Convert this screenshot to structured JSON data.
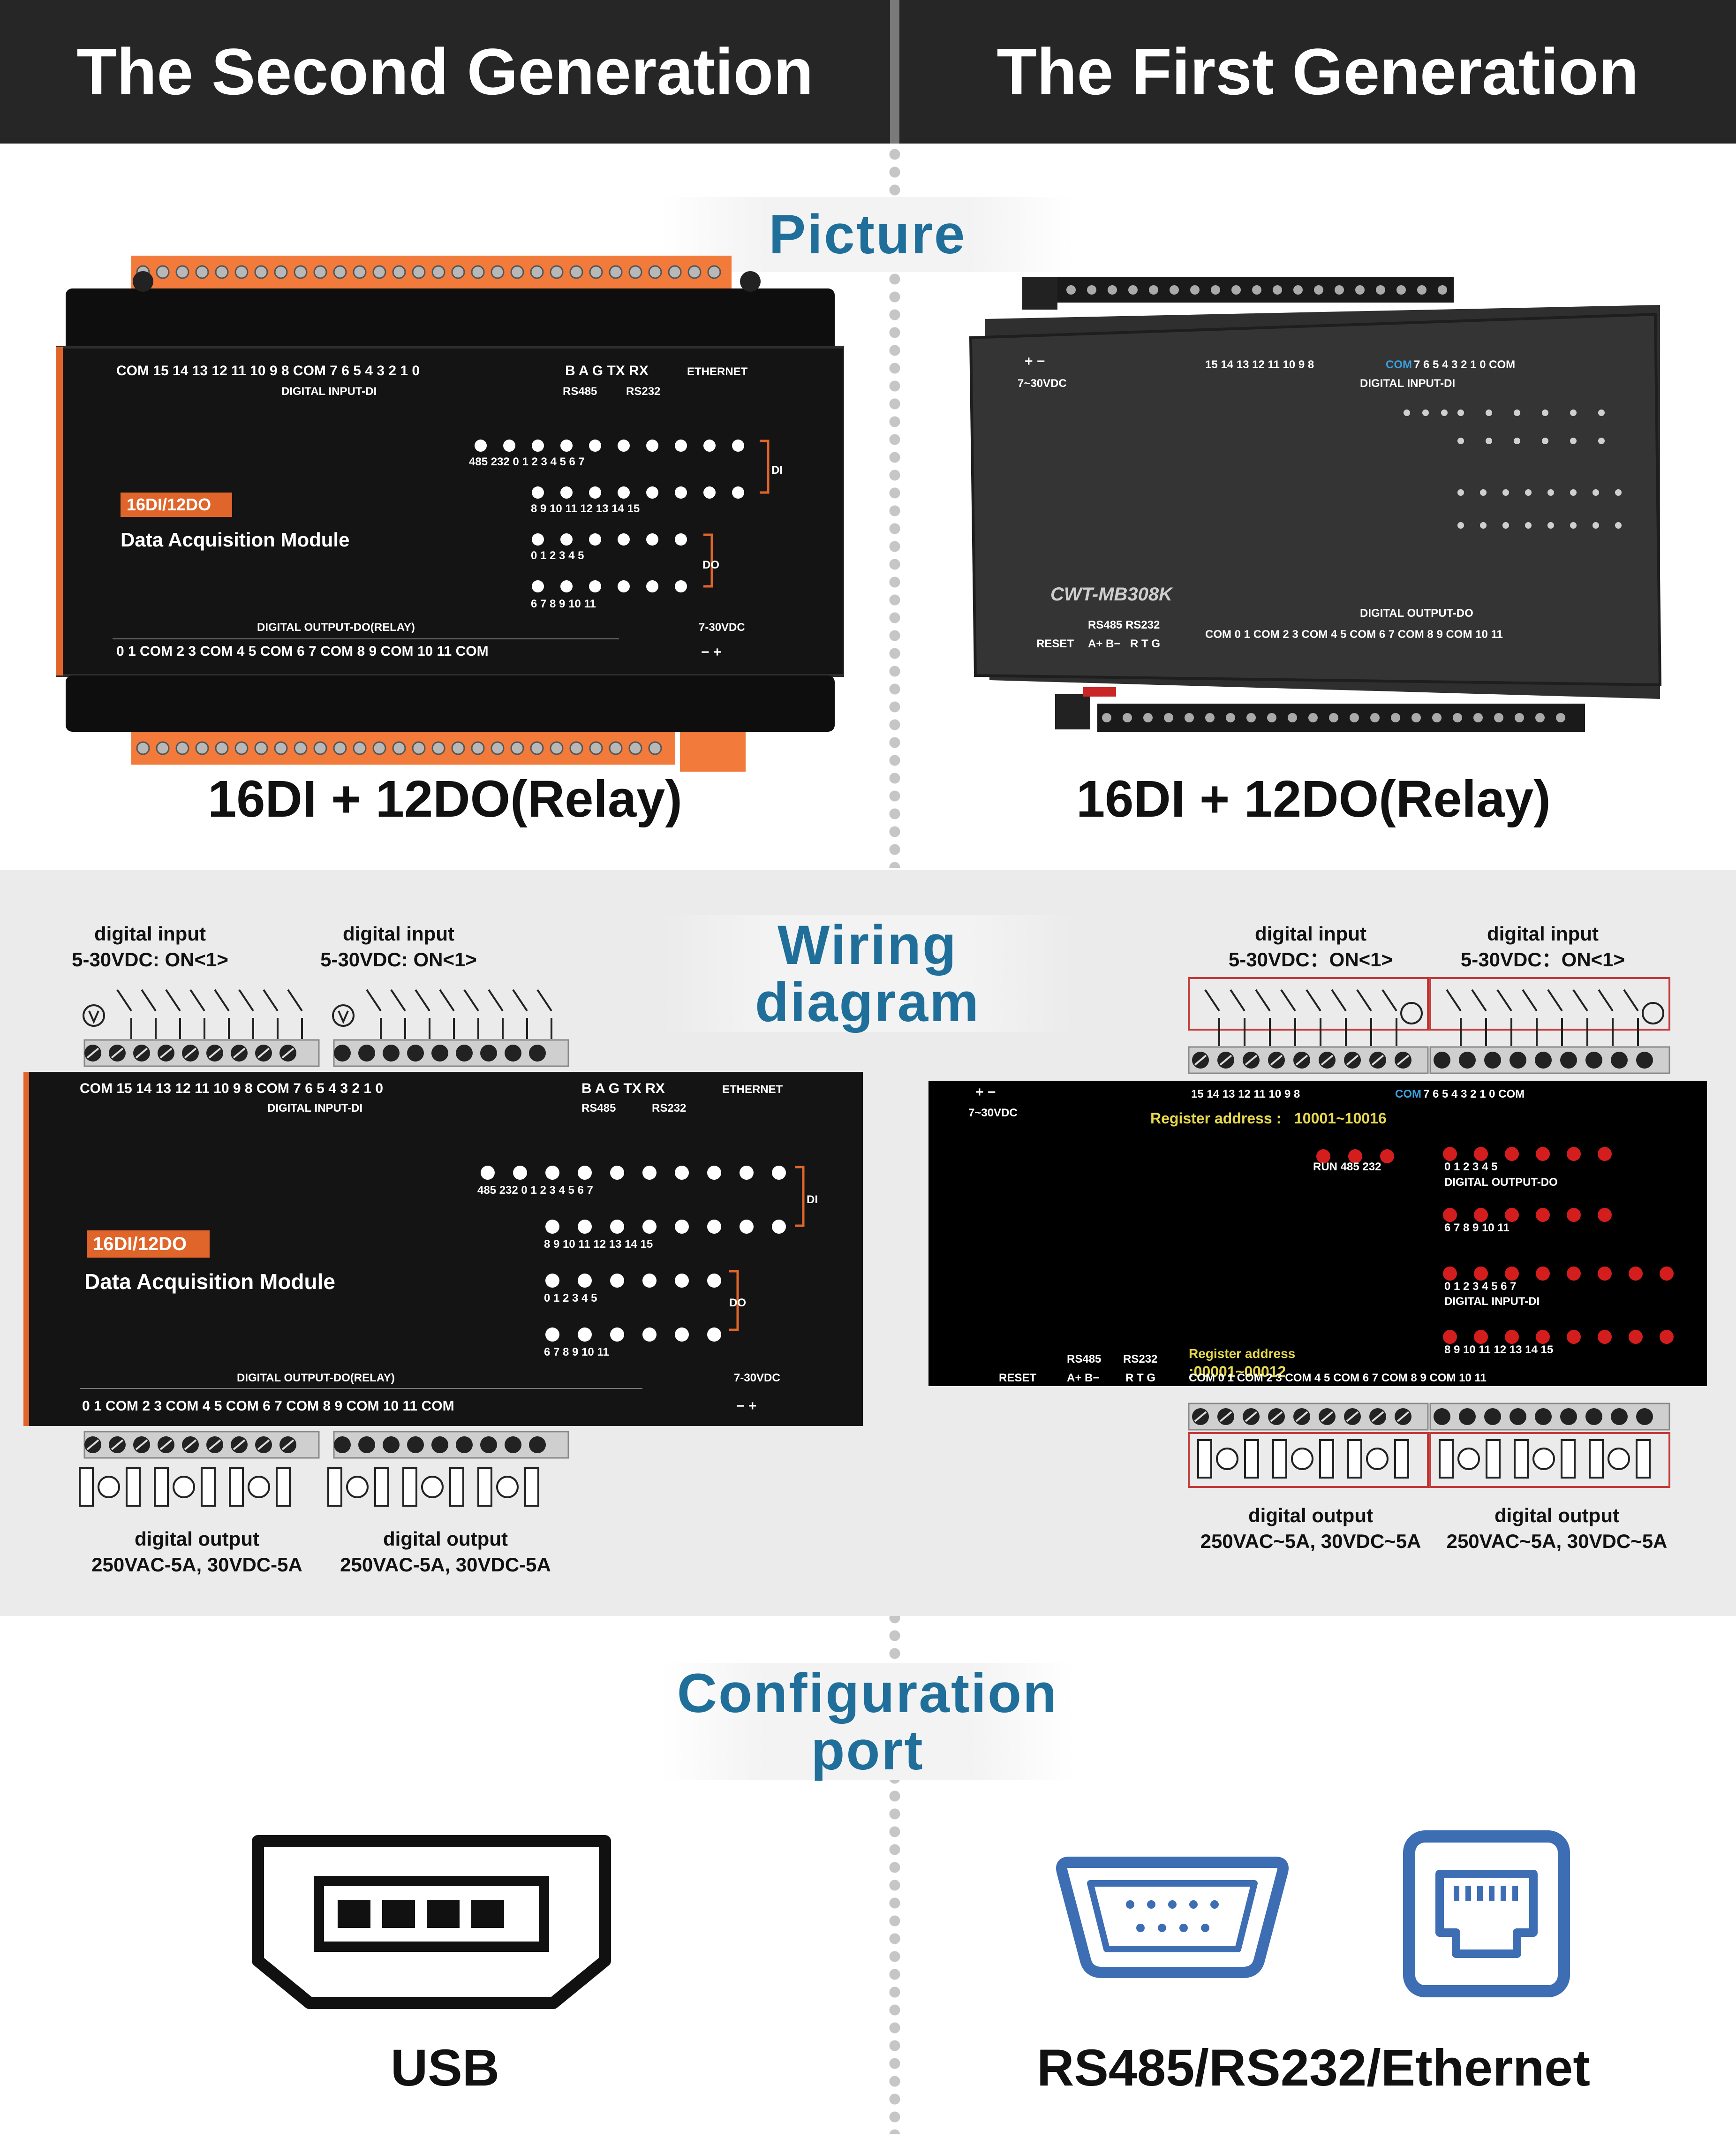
{
  "header": {
    "left_title": "The Second Generation",
    "right_title": "The First Generation"
  },
  "sections": {
    "picture": "Picture",
    "wiring_line1": "Wiring",
    "wiring_line2": "diagram",
    "config_line1": "Configuration",
    "config_line2": "port"
  },
  "second_gen": {
    "caption": "16DI + 12DO(Relay)",
    "model_badge": "16DI/12DO",
    "module_name": "Data Acquisition Module",
    "top_terminals": "COM 15  14  13  12  11  10   9   8  COM  7   6   5   4   3   2   1   0",
    "comm_terminals": "B   A    G  TX  RX",
    "ethernet": "ETHERNET",
    "di_label": "DIGITAL INPUT-DI",
    "rs485": "RS485",
    "rs232": "RS232",
    "bottom_terminals": "0    1  COM  2    3  COM  4    5  COM  6    7  COM  8    9  COM 10   11  COM",
    "do_label": "DIGITAL OUTPUT-DO(RELAY)",
    "power_label": "7-30VDC",
    "power_pins": "−    +",
    "led_row1": "485  232   0    1    2    3    4    5    6    7",
    "led_row2": "8    9    10   11   12   13   14   15",
    "led_row3": "0    1    2    3    4    5",
    "led_row4": "6    7    8    9   10   11",
    "di_tag": "DI",
    "do_tag": "DO",
    "wiring_input_title": "digital input",
    "wiring_input_spec": "5-30VDC: ON<1>",
    "wiring_output_title": "digital output",
    "wiring_output_spec": "250VAC-5A, 30VDC-5A",
    "config_port": "USB"
  },
  "first_gen": {
    "caption": "16DI + 12DO(Relay)",
    "model": "CWT-MB308K",
    "power_pins": "+   −",
    "power_label": "7~30VDC",
    "top_terminals": "15 14 13 12 11 10  9   8",
    "top_com": "COM",
    "top_terminals2": "7   6   5   4   3   2   1   0  COM",
    "di_label": "DIGITAL INPUT-DI",
    "register_di": "Register address : ",
    "register_di_value": "10001~10016",
    "register_do": "Register address",
    "register_do_value": ":00001~00012",
    "status_leds": "RUN  485  232",
    "do_row1": "0    1    2    3    4    5",
    "do_row2": "6    7    8    9   10   11",
    "do_label": "DIGITAL OUTPUT-DO",
    "di_row1": "0    1    2    3    4    5    6    7",
    "di_row2": "8    9   10   11   12   13   14   15",
    "di_label2": "DIGITAL INPUT-DI",
    "reset": "RESET",
    "rs485": "RS485",
    "rs485_pins": "A+  B−",
    "rs232": "RS232",
    "rs232_pins": "R   T   G",
    "bottom_terminals": "COM  0    1  COM  2    3  COM  4    5  COM  6    7  COM  8    9  COM 10  11",
    "wiring_input_title": "digital input",
    "wiring_input_spec": "5-30VDC：ON<1>",
    "wiring_output_title": "digital output",
    "wiring_output_spec": "250VAC~5A, 30VDC~5A",
    "config_ports": "RS485/RS232/Ethernet"
  },
  "colors": {
    "header_bg": "#262626",
    "accent_blue": "#1f6f9a",
    "terminal_orange": "#f27a3a",
    "module_black": "#111111",
    "badge_orange": "#e0652a",
    "icon_blue": "#3d6db3"
  },
  "icons": [
    "usb-port-icon",
    "db9-serial-port-icon",
    "rj45-ethernet-port-icon"
  ]
}
